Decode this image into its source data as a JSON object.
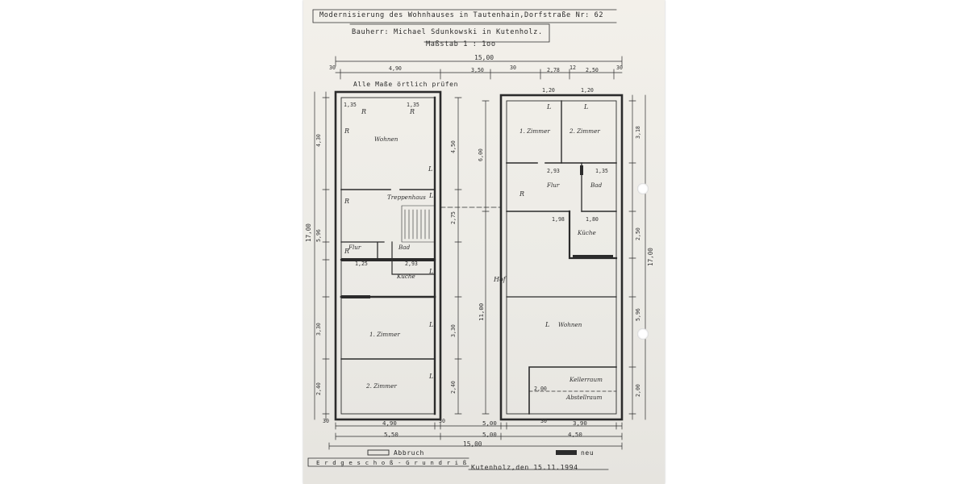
{
  "header": {
    "title": "Modernisierung des Wohnhauses in Tautenhain,Dorfstraße Nr: 62",
    "owner": "Bauherr: Michael Sdunkowski in Kutenholz.",
    "scale": "Maßstab  1 : 1oo"
  },
  "note": "Alle Maße örtlich prüfen",
  "rooms": {
    "left_wohnen": "Wohnen",
    "treppenhaus": "Treppenhaus",
    "left_flur": "Flur",
    "left_bad": "Bad",
    "left_kueche": "Küche",
    "left_1zimmer": "1. Zimmer",
    "left_2zimmer": "2. Zimmer",
    "right_1zimmer": "1. Zimmer",
    "right_2zimmer": "2. Zimmer",
    "right_flur": "Flur",
    "right_bad": "Bad",
    "right_kueche": "Küche",
    "hof": "Hof",
    "right_wohnen": "Wohnen",
    "kellerraum": "Kellerraum",
    "abstellraum": "Abstellraum"
  },
  "dims": {
    "top_total": "15,00",
    "top_a": "4,90",
    "top_b": "3,50",
    "top_c": "2,78",
    "top_d": "2,50",
    "top_30a": "30",
    "top_30b": "30",
    "top_30c": "30",
    "top_12": "12",
    "bottom_total": "15,00",
    "bottom_a": "4,90",
    "bottom_b": "5,50",
    "bottom_c": "5,00",
    "bottom_d": "5,00",
    "bottom_e": "3,90",
    "bottom_f": "4,50",
    "bottom_30a": "30",
    "bottom_30b": "30",
    "bottom_30c": "30",
    "left_430": "4,30",
    "left_596": "5,96",
    "left_1700": "17,00",
    "left_330": "3,30",
    "left_240": "2,40",
    "mid_450": "4,50",
    "mid_600": "6,00",
    "mid_275": "2,75",
    "mid_1100": "11,00",
    "mid_240": "2,40",
    "mid_330": "3,30",
    "right_318": "3,18",
    "right_1700": "17,00",
    "right_596": "5,96",
    "right_250": "2,50",
    "right_200": "2,00",
    "left_293": "2,93",
    "left_125": "1,25",
    "right_293": "2,93",
    "right_198": "1,98",
    "right_180": "1,80",
    "right_135": "1,35",
    "right_200b": "2,00",
    "win_135a": "1,35",
    "win_135b": "1,35",
    "win_120a": "1,20",
    "win_120b": "1,20"
  },
  "marks": {
    "R": "R",
    "L": "L"
  },
  "legend": {
    "demolish": "Abbruch",
    "new": "neu"
  },
  "footer": {
    "plan_name": "E r d g e s c h o ß - G r u n d r i ß",
    "place_date": "Kutenholz,den  15.11.1994"
  }
}
